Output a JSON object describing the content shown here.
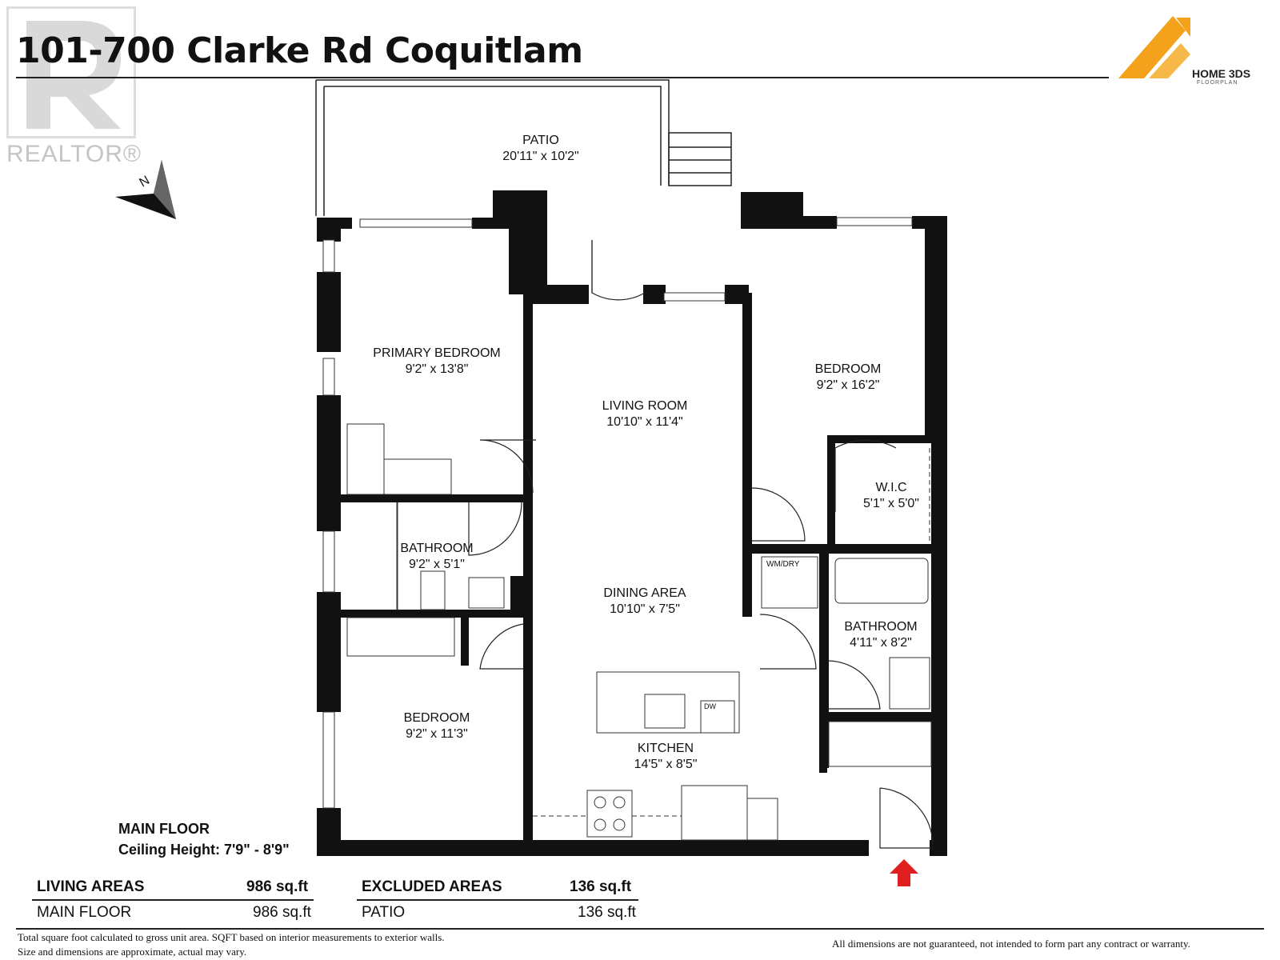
{
  "title": "101-700 Clarke Rd Coquitlam",
  "realtor_watermark": "REALTOR®",
  "logo": {
    "brand": "HOME 3DS",
    "sub": "FLOORPLAN",
    "color": "#f4a21c"
  },
  "compass": {
    "letter": "N"
  },
  "rooms": [
    {
      "id": "patio",
      "name": "PATIO",
      "dims": "20'11\" x 10'2\""
    },
    {
      "id": "primary-bedroom",
      "name": "PRIMARY BEDROOM",
      "dims": "9'2\" x 13'8\""
    },
    {
      "id": "living-room",
      "name": "LIVING ROOM",
      "dims": "10'10\" x 11'4\""
    },
    {
      "id": "bedroom-right",
      "name": "BEDROOM",
      "dims": "9'2\" x 16'2\""
    },
    {
      "id": "wic",
      "name": "W.I.C",
      "dims": "5'1\" x 5'0\""
    },
    {
      "id": "bathroom-left",
      "name": "BATHROOM",
      "dims": "9'2\" x 5'1\""
    },
    {
      "id": "dining-area",
      "name": "DINING AREA",
      "dims": "10'10\" x 7'5\""
    },
    {
      "id": "bathroom-right",
      "name": "BATHROOM",
      "dims": "4'11\" x 8'2\""
    },
    {
      "id": "bedroom-left",
      "name": "BEDROOM",
      "dims": "9'2\" x 11'3\""
    },
    {
      "id": "kitchen",
      "name": "KITCHEN",
      "dims": "14'5\" x 8'5\""
    }
  ],
  "fixtures": {
    "washer_dryer": "WM/DRY",
    "dishwasher": "DW"
  },
  "floor": {
    "name": "MAIN FLOOR",
    "ceiling": "Ceiling Height: 7'9\" - 8'9\""
  },
  "areas": {
    "living": {
      "header": "LIVING AREAS",
      "total": "986 sq.ft",
      "row_label": "MAIN FLOOR",
      "row_value": "986 sq.ft"
    },
    "excluded": {
      "header": "EXCLUDED AREAS",
      "total": "136 sq.ft",
      "row_label": "PATIO",
      "row_value": "136 sq.ft"
    }
  },
  "footer": {
    "note_line1": "Total square foot calculated to gross unit area. SQFT based on interior measurements to exterior walls.",
    "note_line2": "Size and dimensions are approximate, actual may vary.",
    "disclaimer": "All dimensions are not guaranteed, not intended to form part any contract or warranty."
  },
  "entrance_arrow_color": "#e02020"
}
